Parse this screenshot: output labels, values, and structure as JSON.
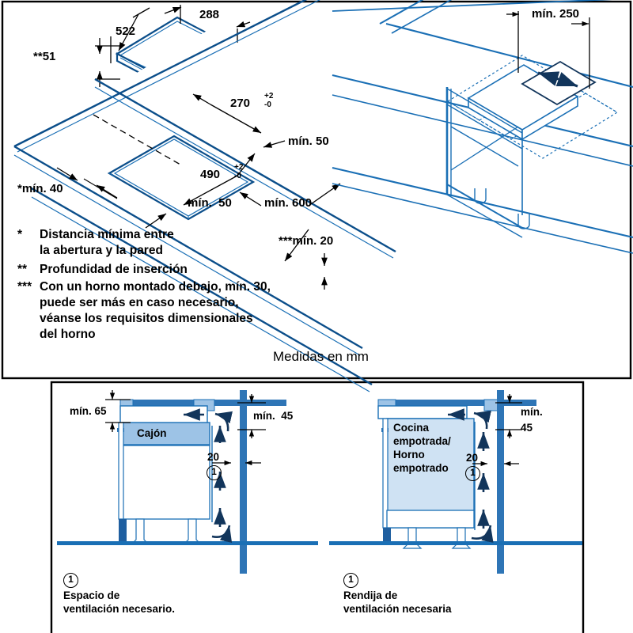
{
  "document": {
    "type": "installation-dimension-drawing",
    "units_caption": "Medidas en mm",
    "language": "es"
  },
  "colors": {
    "outline_dark_blue": "#0b4e8a",
    "line_blue": "#1a6fb5",
    "wall_blue": "#2e75b6",
    "fill_light_blue": "#cfe2f3",
    "fill_mid_blue": "#9dc3e6",
    "fill_pale": "#eaf3fb",
    "frame_black": "#000000",
    "arrow_navy": "#12355b"
  },
  "panel_top_left": {
    "name": "cooktop-cutout-isometric",
    "dimensions": {
      "cooktop_width": "288",
      "cooktop_depth": "522",
      "cooktop_height": "51",
      "cooktop_height_marker": "**",
      "cutout_width": "270",
      "cutout_width_tol_plus": "+2",
      "cutout_width_tol_minus": "-0",
      "cutout_depth": "490",
      "cutout_depth_tol_plus": "+2",
      "cutout_depth_tol_minus": "-0",
      "min_rear": "mín. 50",
      "min_front": "mín.  50",
      "min_side_wall": "mín. 40",
      "min_side_wall_marker": "*",
      "min_worktop": "mín. 600",
      "min_below": "mín. 20",
      "min_below_marker": "***"
    }
  },
  "panel_top_right": {
    "name": "worktop-ventilation-isometric",
    "dimensions": {
      "min_distance": "mín. 250"
    }
  },
  "footnotes": [
    {
      "marker": "*",
      "lines": [
        "Distancia mínima entre",
        "la abertura y la pared"
      ]
    },
    {
      "marker": "**",
      "lines": [
        "Profundidad de inserción"
      ]
    },
    {
      "marker": "***",
      "lines": [
        "Con un horno montado debajo, mín. 30,",
        "puede ser más en caso necesario,",
        "véanse los requisitos dimensionales",
        "del horno"
      ]
    }
  ],
  "panel_bottom_left": {
    "name": "drawer-section-view",
    "labels": {
      "appliance": "Cajón",
      "min_top": "mín. 65",
      "min_gap": "mín.  45",
      "gap": "20",
      "callout": "1"
    },
    "caption": {
      "marker": "1",
      "lines": [
        "Espacio de",
        "ventilación necesario."
      ]
    }
  },
  "panel_bottom_right": {
    "name": "built-in-oven-section-view",
    "labels": {
      "appliance_lines": [
        "Cocina",
        "empotrada/",
        "Horno",
        "empotrado"
      ],
      "min_gap_line1": "mín.",
      "min_gap_line2": "45",
      "gap": "20",
      "callout": "1"
    },
    "caption": {
      "marker": "1",
      "lines": [
        "Rendija de",
        "ventilación necesaria"
      ]
    }
  }
}
